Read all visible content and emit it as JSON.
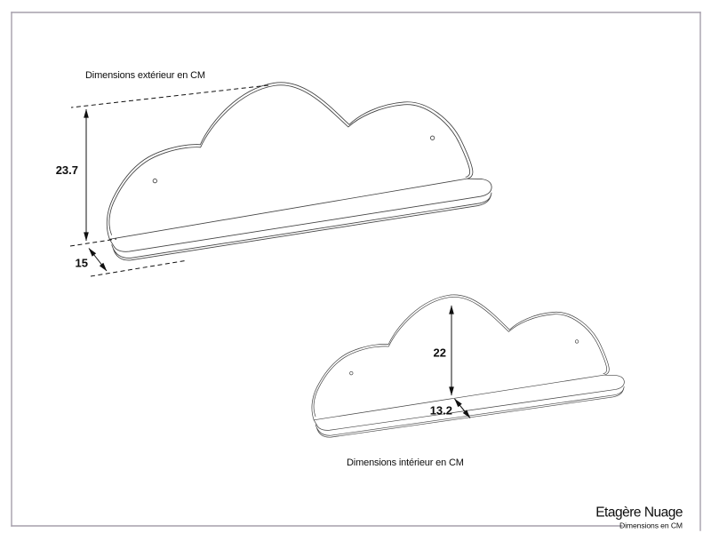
{
  "colors": {
    "paper": "#ffffff",
    "frame": "#a59fab",
    "ink": "#424242",
    "dim": "#101010"
  },
  "exterior_view": {
    "label": "Dimensions extérieur en CM",
    "height_cm": "23.7",
    "depth_cm": "15"
  },
  "interior_view": {
    "label": "Dimensions intérieur en CM",
    "height_cm": "22",
    "depth_cm": "13.2"
  },
  "title_block": {
    "product_name": "Etagère Nuage",
    "units_label": "Dimensions en CM"
  }
}
